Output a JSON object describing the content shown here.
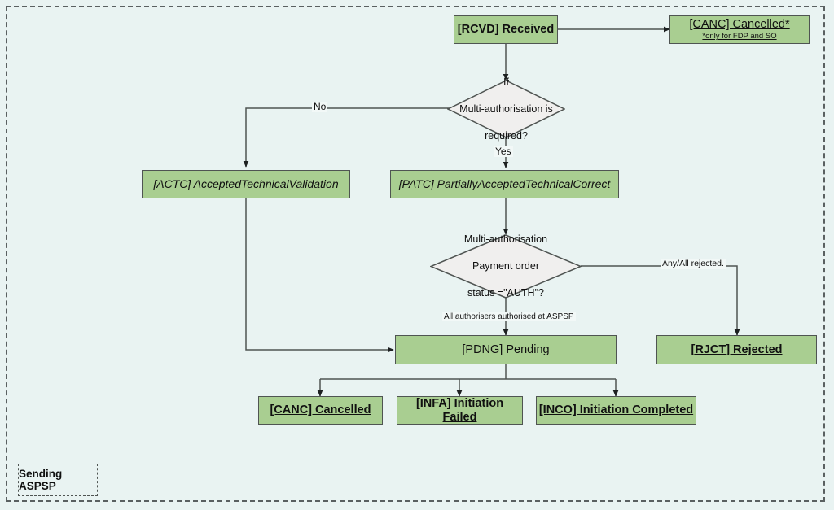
{
  "diagram": {
    "title": "Payment status flow – Sending ASPSP",
    "background_color": "#e9f3f2",
    "node_fill": "#a9ce91",
    "decision_fill": "#f0efee",
    "border_color": "#4f5452",
    "lane_label": "Sending ASPSP"
  },
  "nodes": {
    "rcvd": {
      "label": "[RCVD] Received"
    },
    "canc_star": {
      "label": "[CANC] Cancelled*",
      "note": "*only for FDP and SO"
    },
    "decision1": {
      "line1": "If",
      "line2": "Multi-authorisation is",
      "line3": "required?"
    },
    "actc": {
      "label": "[ACTC] AcceptedTechnicalValidation"
    },
    "patc": {
      "label": "[PATC] PartiallyAcceptedTechnicalCorrect"
    },
    "decision2": {
      "line1": "Multi-authorisation",
      "line2": "Payment order",
      "line3": "status =\"AUTH\"?"
    },
    "pdng": {
      "label": "[PDNG] Pending"
    },
    "rjct": {
      "label": "[RJCT] Rejected"
    },
    "canc": {
      "label": "[CANC] Cancelled"
    },
    "infa": {
      "label": "[INFA] Initiation Failed"
    },
    "inco": {
      "label": "[INCO] Initiation Completed"
    }
  },
  "edge_labels": {
    "no": "No",
    "yes": "Yes",
    "any_all_rejected": "Any/All rejected.",
    "all_authorisers": "All authorisers authorised at ASPSP"
  },
  "chart_data": {
    "type": "diagram",
    "flow": [
      {
        "from": "rcvd",
        "to": "canc_star",
        "label": ""
      },
      {
        "from": "rcvd",
        "to": "decision1",
        "label": ""
      },
      {
        "from": "decision1",
        "to": "actc",
        "label": "No"
      },
      {
        "from": "decision1",
        "to": "patc",
        "label": "Yes"
      },
      {
        "from": "patc",
        "to": "decision2",
        "label": ""
      },
      {
        "from": "decision2",
        "to": "pdng",
        "label": "All authorisers authorised at ASPSP"
      },
      {
        "from": "decision2",
        "to": "rjct",
        "label": "Any/All rejected."
      },
      {
        "from": "actc",
        "to": "pdng",
        "label": ""
      },
      {
        "from": "pdng",
        "to": "canc",
        "label": ""
      },
      {
        "from": "pdng",
        "to": "infa",
        "label": ""
      },
      {
        "from": "pdng",
        "to": "inco",
        "label": ""
      }
    ]
  }
}
